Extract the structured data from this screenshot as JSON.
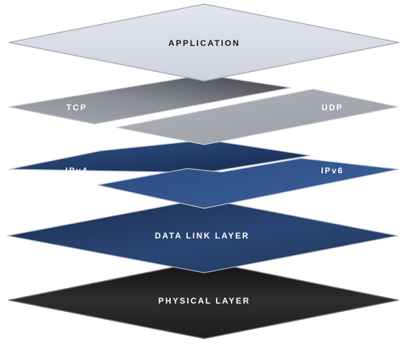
{
  "diagram": {
    "layers": {
      "application": {
        "label": "APPLICATION",
        "fill": "#d9dce6"
      },
      "tcp": {
        "label": "TCP",
        "fill": "#9fa1a9"
      },
      "udp": {
        "label": "UDP",
        "fill": "#9ea0a8"
      },
      "ipv4": {
        "label": "IPv4",
        "fill": "#2d4d82"
      },
      "ipv6": {
        "label": "IPv6",
        "fill": "#34558b"
      },
      "data_link": {
        "label": "DATA LINK LAYER",
        "fill": "#2a4675"
      },
      "physical": {
        "label": "PHYSICAL LAYER",
        "fill": "#2b2b2d"
      }
    },
    "colors": {
      "layer_outline": "#b8bcc8",
      "dark_text": "#1a1a1a",
      "light_text": "#ffffff"
    }
  }
}
